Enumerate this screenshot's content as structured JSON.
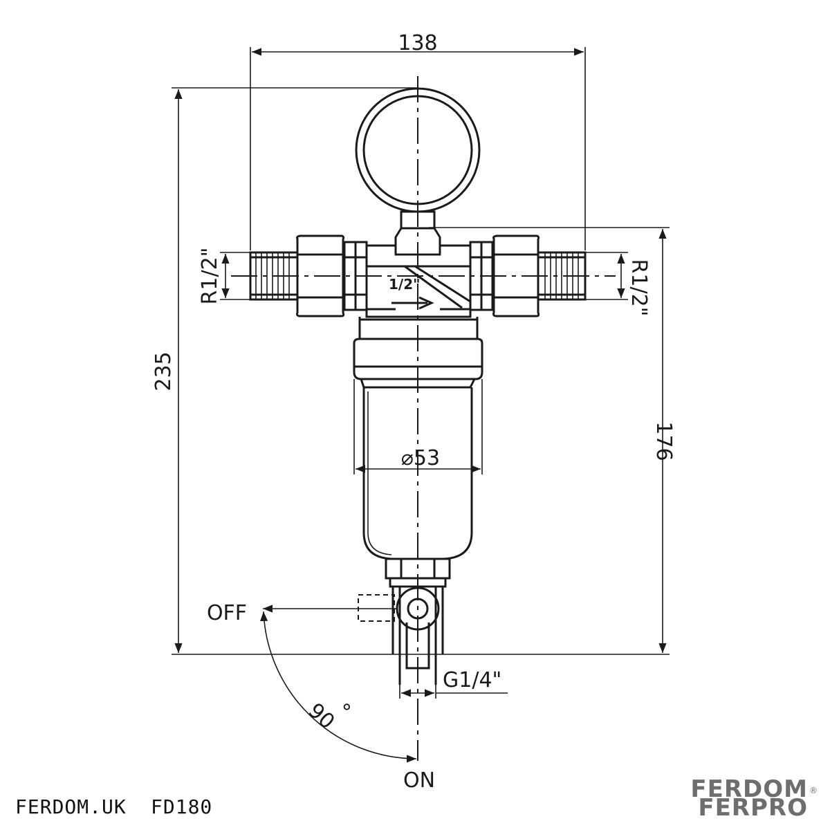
{
  "dimensions": {
    "overall_width": "138",
    "overall_height": "235",
    "lower_height": "176",
    "bowl_diameter": "⌀53",
    "inlet_thread": "R1/2\"",
    "outlet_thread": "R1/2\"",
    "drain_thread": "G1/4\"",
    "body_size": "1/2\"",
    "valve_angle": "90",
    "degree_symbol": "°"
  },
  "valve": {
    "off_label": "OFF",
    "on_label": "ON"
  },
  "footer": {
    "site": "FERDOM.UK",
    "model": "FD180"
  },
  "brand": {
    "line1": "FERDOM",
    "line2": "FERPRO",
    "registered": "®",
    "color": "#6e6e6e"
  },
  "colors": {
    "line": "#1a1a1a",
    "background": "#ffffff"
  }
}
